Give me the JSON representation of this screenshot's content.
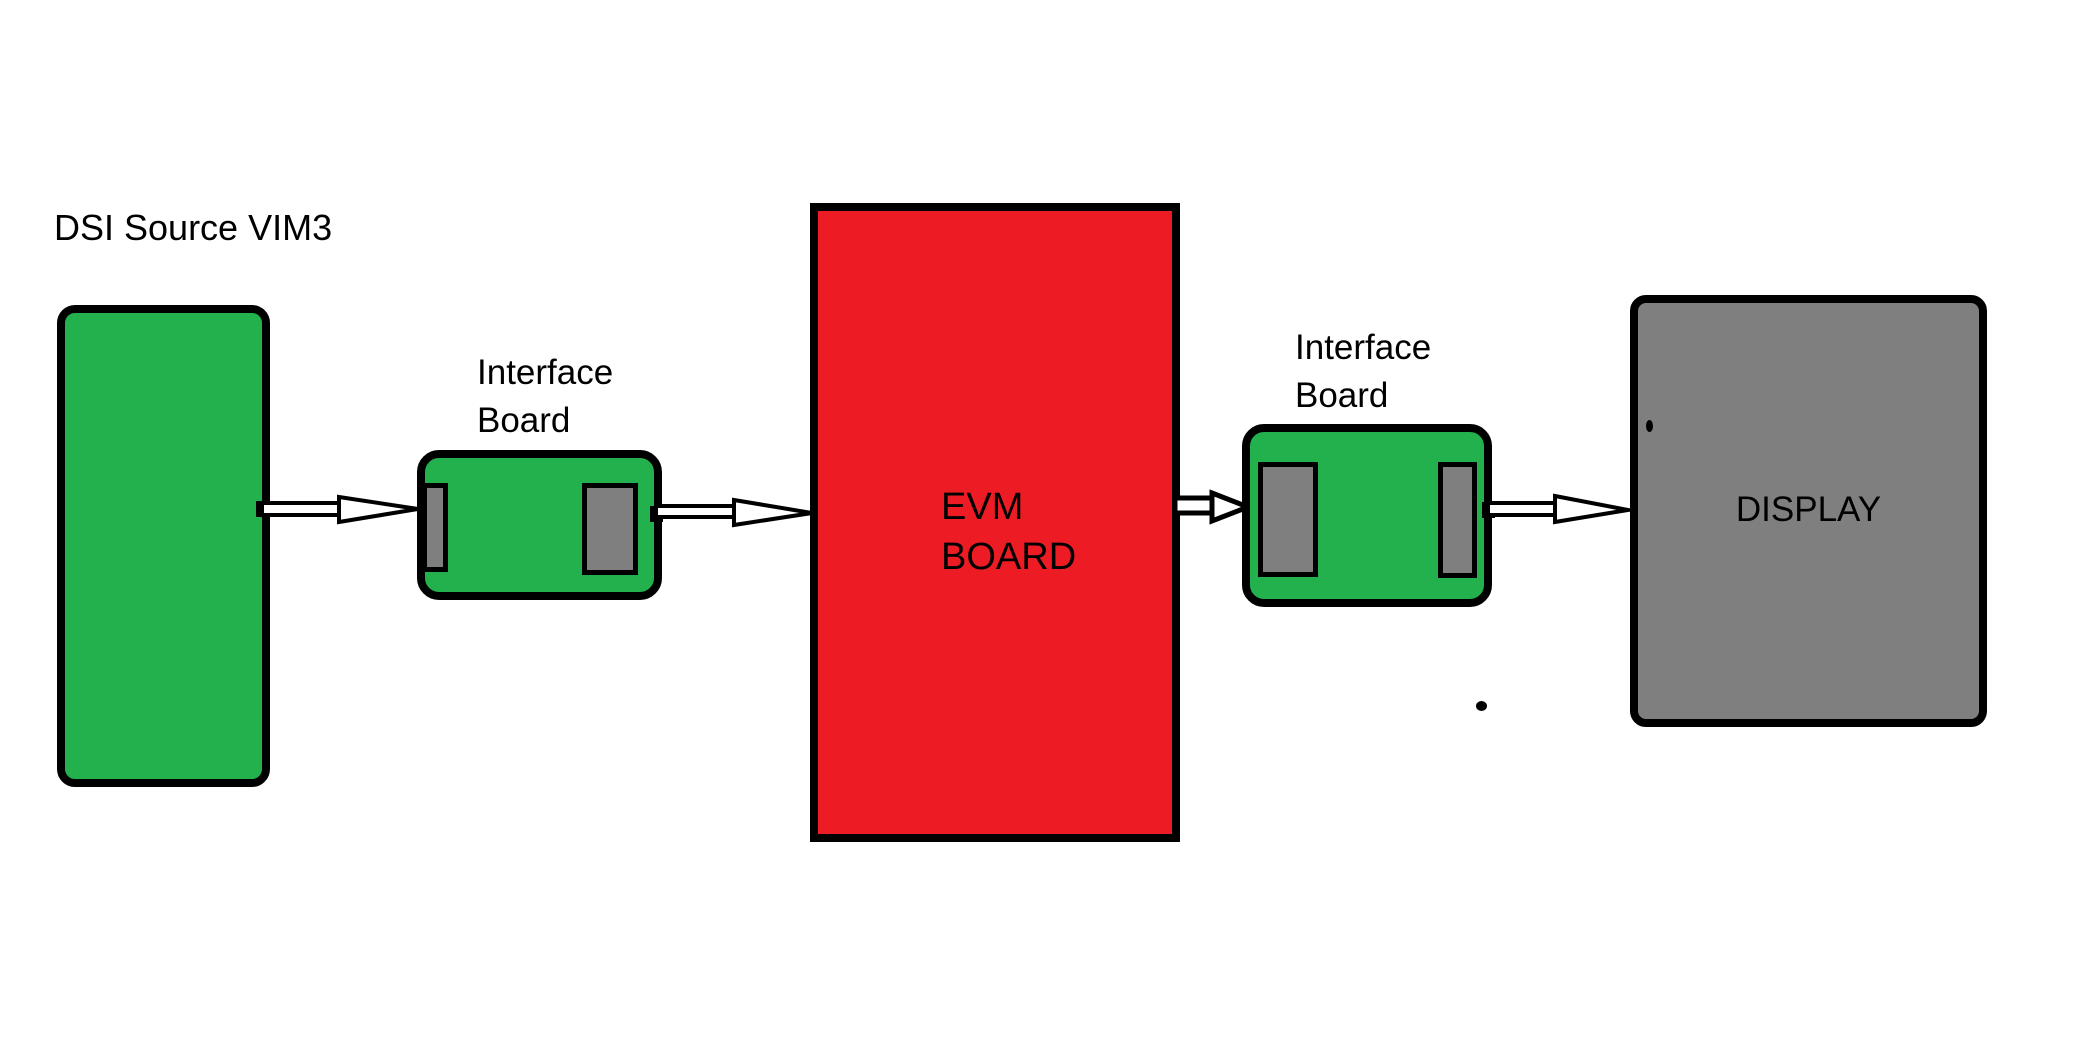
{
  "colors": {
    "canvas": "#FFFFFF",
    "green": "#22B14C",
    "red": "#ED1C24",
    "gray": "#7F7F7F",
    "outline": "#000000",
    "arrow-fill": "#FFFFFF",
    "text": "#000000"
  },
  "diagram": {
    "source": {
      "label": "DSI Source VIM3"
    },
    "interface_board_1": {
      "label": "Interface\nBoard",
      "connector_count": 2
    },
    "evm_board": {
      "label": "EVM\nBOARD"
    },
    "interface_board_2": {
      "label": "Interface\nBoard",
      "connector_count": 2
    },
    "display": {
      "label": "DISPLAY"
    },
    "icons": {
      "arrow": "right-block-arrow"
    }
  }
}
